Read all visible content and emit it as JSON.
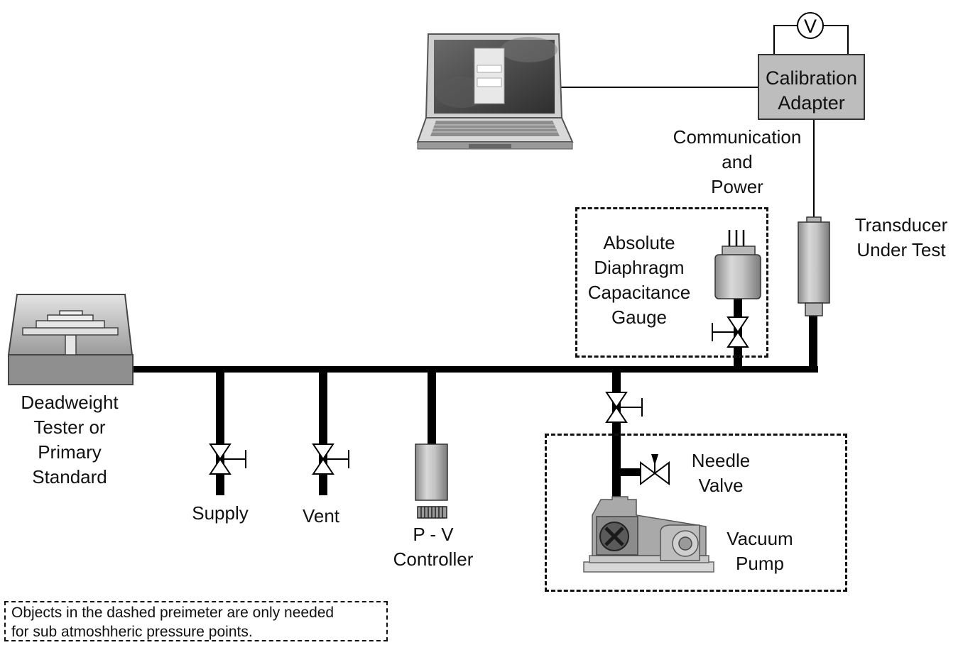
{
  "labels": {
    "voltmeter": "V",
    "calibration_adapter": [
      "Calibration",
      "Adapter"
    ],
    "communication": [
      "Communication",
      "and",
      "Power"
    ],
    "transducer": [
      "Transducer",
      "Under Test"
    ],
    "gauge": [
      "Absolute",
      "Diaphragm",
      "Capacitance",
      "Gauge"
    ],
    "deadweight": [
      "Deadweight",
      "Tester or",
      "Primary",
      "Standard"
    ],
    "supply": "Supply",
    "vent": "Vent",
    "pv_controller": [
      "P - V",
      "Controller"
    ],
    "needle_valve": [
      "Needle",
      "Valve"
    ],
    "vacuum_pump": [
      "Vacuum",
      "Pump"
    ]
  },
  "note": [
    "Objects in the dashed preimeter are only needed",
    "for sub atmoshheric pressure points."
  ]
}
